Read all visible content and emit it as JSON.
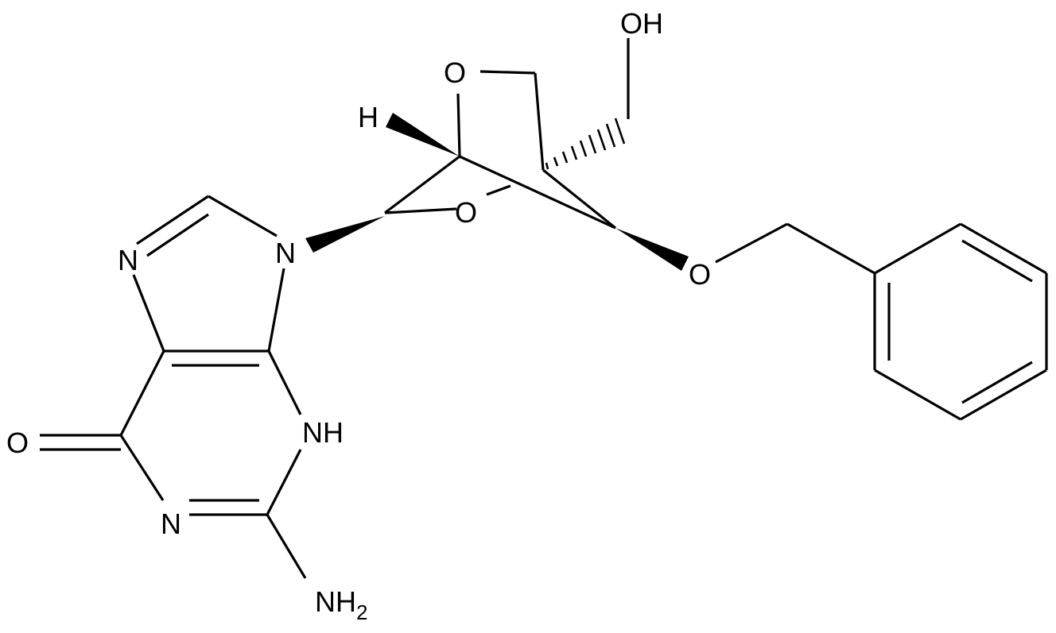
{
  "atoms": {
    "oh": "OH",
    "o_oxetane": "O",
    "h": "H",
    "o_bridge": "O",
    "n9": "N",
    "n7": "N",
    "o_benzyl": "O",
    "nh": "NH",
    "o_carbonyl": "O",
    "n1": "N",
    "nh2_main": "NH",
    "nh2_sub": "2"
  }
}
